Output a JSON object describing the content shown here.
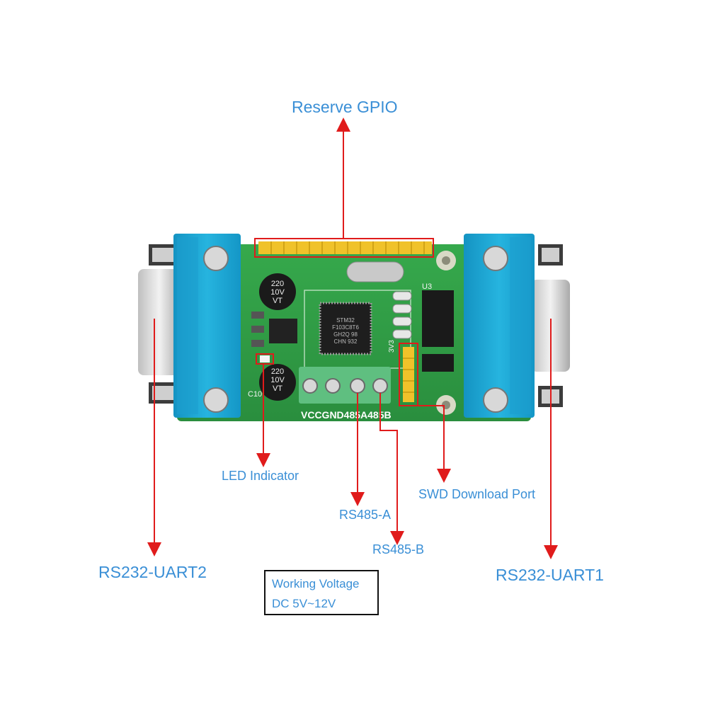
{
  "labels": {
    "reserve_gpio": "Reserve GPIO",
    "led_indicator": "LED Indicator",
    "swd_port": "SWD Download Port",
    "rs485_a": "RS485-A",
    "rs485_b": "RS485-B",
    "rs232_uart2": "RS232-UART2",
    "rs232_uart1": "RS232-UART1"
  },
  "voltage": {
    "line1": "Working Voltage",
    "line2": "DC 5V~12V"
  },
  "board": {
    "cap1_text": [
      "220",
      "10V",
      "VT"
    ],
    "cap2_text": [
      "220",
      "10V",
      "VT"
    ],
    "terminal_text": "VCCGND485A485B",
    "chip_text": [
      "STM32",
      "F103C8T6",
      "GH2Q 98",
      "CHN 932"
    ],
    "silk_u3": "U3",
    "silk_c10": "C10",
    "silk_3v3": "3V3"
  },
  "colors": {
    "label_blue": "#3a8fd6",
    "arrow_red": "#e01b1b",
    "pcb_green": "#2e9e43",
    "connector_blue": "#1aa6d3",
    "terminal_green": "#5fbf80",
    "header_yellow": "#f0c22a"
  }
}
